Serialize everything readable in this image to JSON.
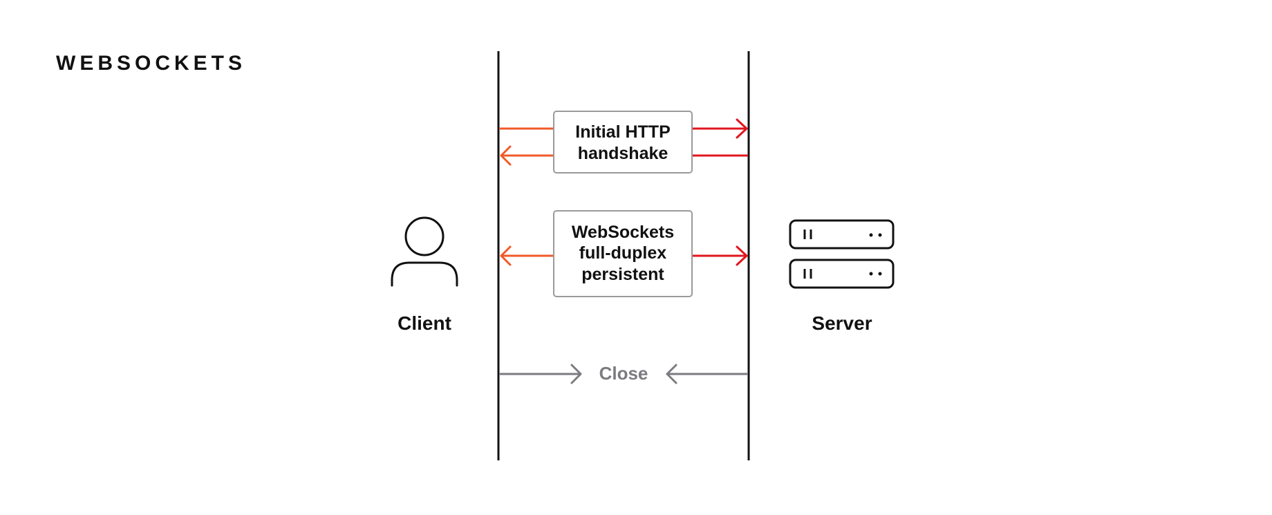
{
  "diagram": {
    "title": "WEBSOCKETS",
    "client_label": "Client",
    "server_label": "Server",
    "handshake_lines": [
      "Initial HTTP",
      "handshake"
    ],
    "duplex_lines": [
      "WebSockets",
      "full-duplex",
      "persistent"
    ],
    "close_label": "Close",
    "icons": {
      "client": "person-icon",
      "server": "server-rack-icon"
    },
    "colors": {
      "ink": "#111111",
      "client_arrow": "#f05a28",
      "server_arrow": "#e0161f",
      "close_arrow": "#7b7b80",
      "box_border": "#9a9a9a"
    }
  }
}
